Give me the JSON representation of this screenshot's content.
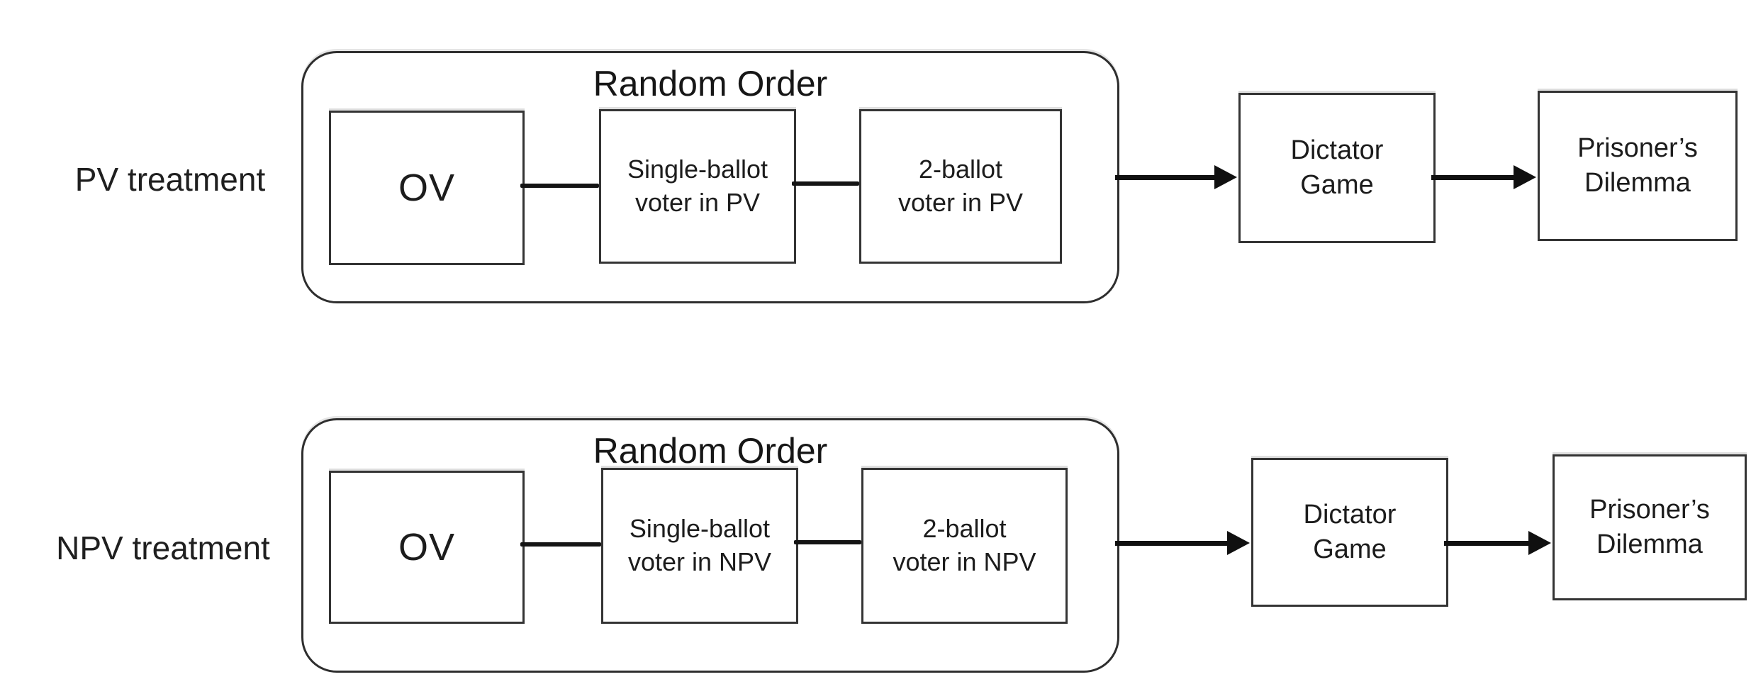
{
  "rows": [
    {
      "treatment_label": "PV treatment",
      "group_title": "Random Order",
      "boxes": [
        "OV",
        "Single-ballot\nvoter in PV",
        "2-ballot\nvoter in PV"
      ],
      "dictator_label": "Dictator\nGame",
      "prisoners_label": "Prisoner’s\nDilemma"
    },
    {
      "treatment_label": "NPV treatment",
      "group_title": "Random Order",
      "boxes": [
        "OV",
        "Single-ballot\nvoter in NPV",
        "2-ballot\nvoter in NPV"
      ],
      "dictator_label": "Dictator\nGame",
      "prisoners_label": "Prisoner’s\nDilemma"
    }
  ],
  "colors": {
    "ink": "#1f1f1f",
    "line": "#141414",
    "box_border": "#343434",
    "background": "#ffffff"
  }
}
